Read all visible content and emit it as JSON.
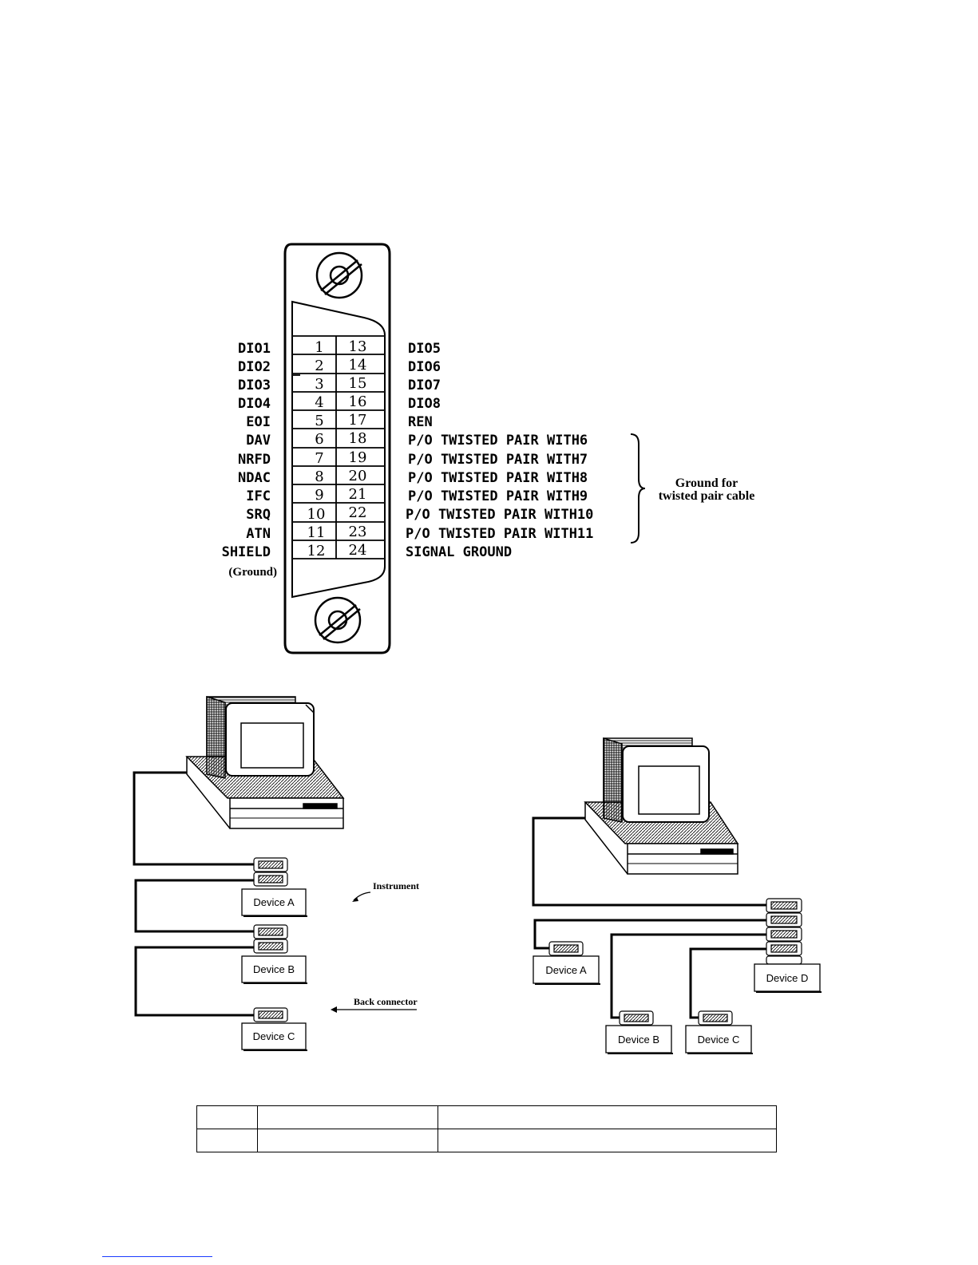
{
  "connector": {
    "left_labels": [
      "DIO1",
      "DIO2",
      "DIO3",
      "DIO4",
      "EOI",
      "DAV",
      "NRFD",
      "NDAC",
      "IFC",
      "SRQ",
      "ATN",
      "SHIELD"
    ],
    "left_sub_label": "(Ground)",
    "pins_left": [
      "1",
      "2",
      "3",
      "4",
      "5",
      "6",
      "7",
      "8",
      "9",
      "10",
      "11",
      "12"
    ],
    "pins_right": [
      "13",
      "14",
      "15",
      "16",
      "17",
      "18",
      "19",
      "20",
      "21",
      "22",
      "23",
      "24"
    ],
    "right_labels": [
      "DIO5",
      "DIO6",
      "DIO7",
      "DIO8",
      "REN",
      "P/O TWISTED PAIR WITH6",
      "P/O TWISTED PAIR WITH7",
      "P/O TWISTED PAIR WITH8",
      "P/O TWISTED PAIR WITH9",
      "P/O TWISTED PAIR WITH10",
      "P/O TWISTED PAIR WITH11",
      "SIGNAL GROUND"
    ],
    "ground_note_line1": "Ground for",
    "ground_note_line2": "twisted pair cable"
  },
  "daisy_chain": {
    "devices": [
      "Device A",
      "Device B",
      "Device C"
    ],
    "instrument_label": "Instrument",
    "back_connector_label": "Back connector"
  },
  "star": {
    "devices": [
      "Device A",
      "Device D",
      "Device B",
      "Device C"
    ]
  }
}
